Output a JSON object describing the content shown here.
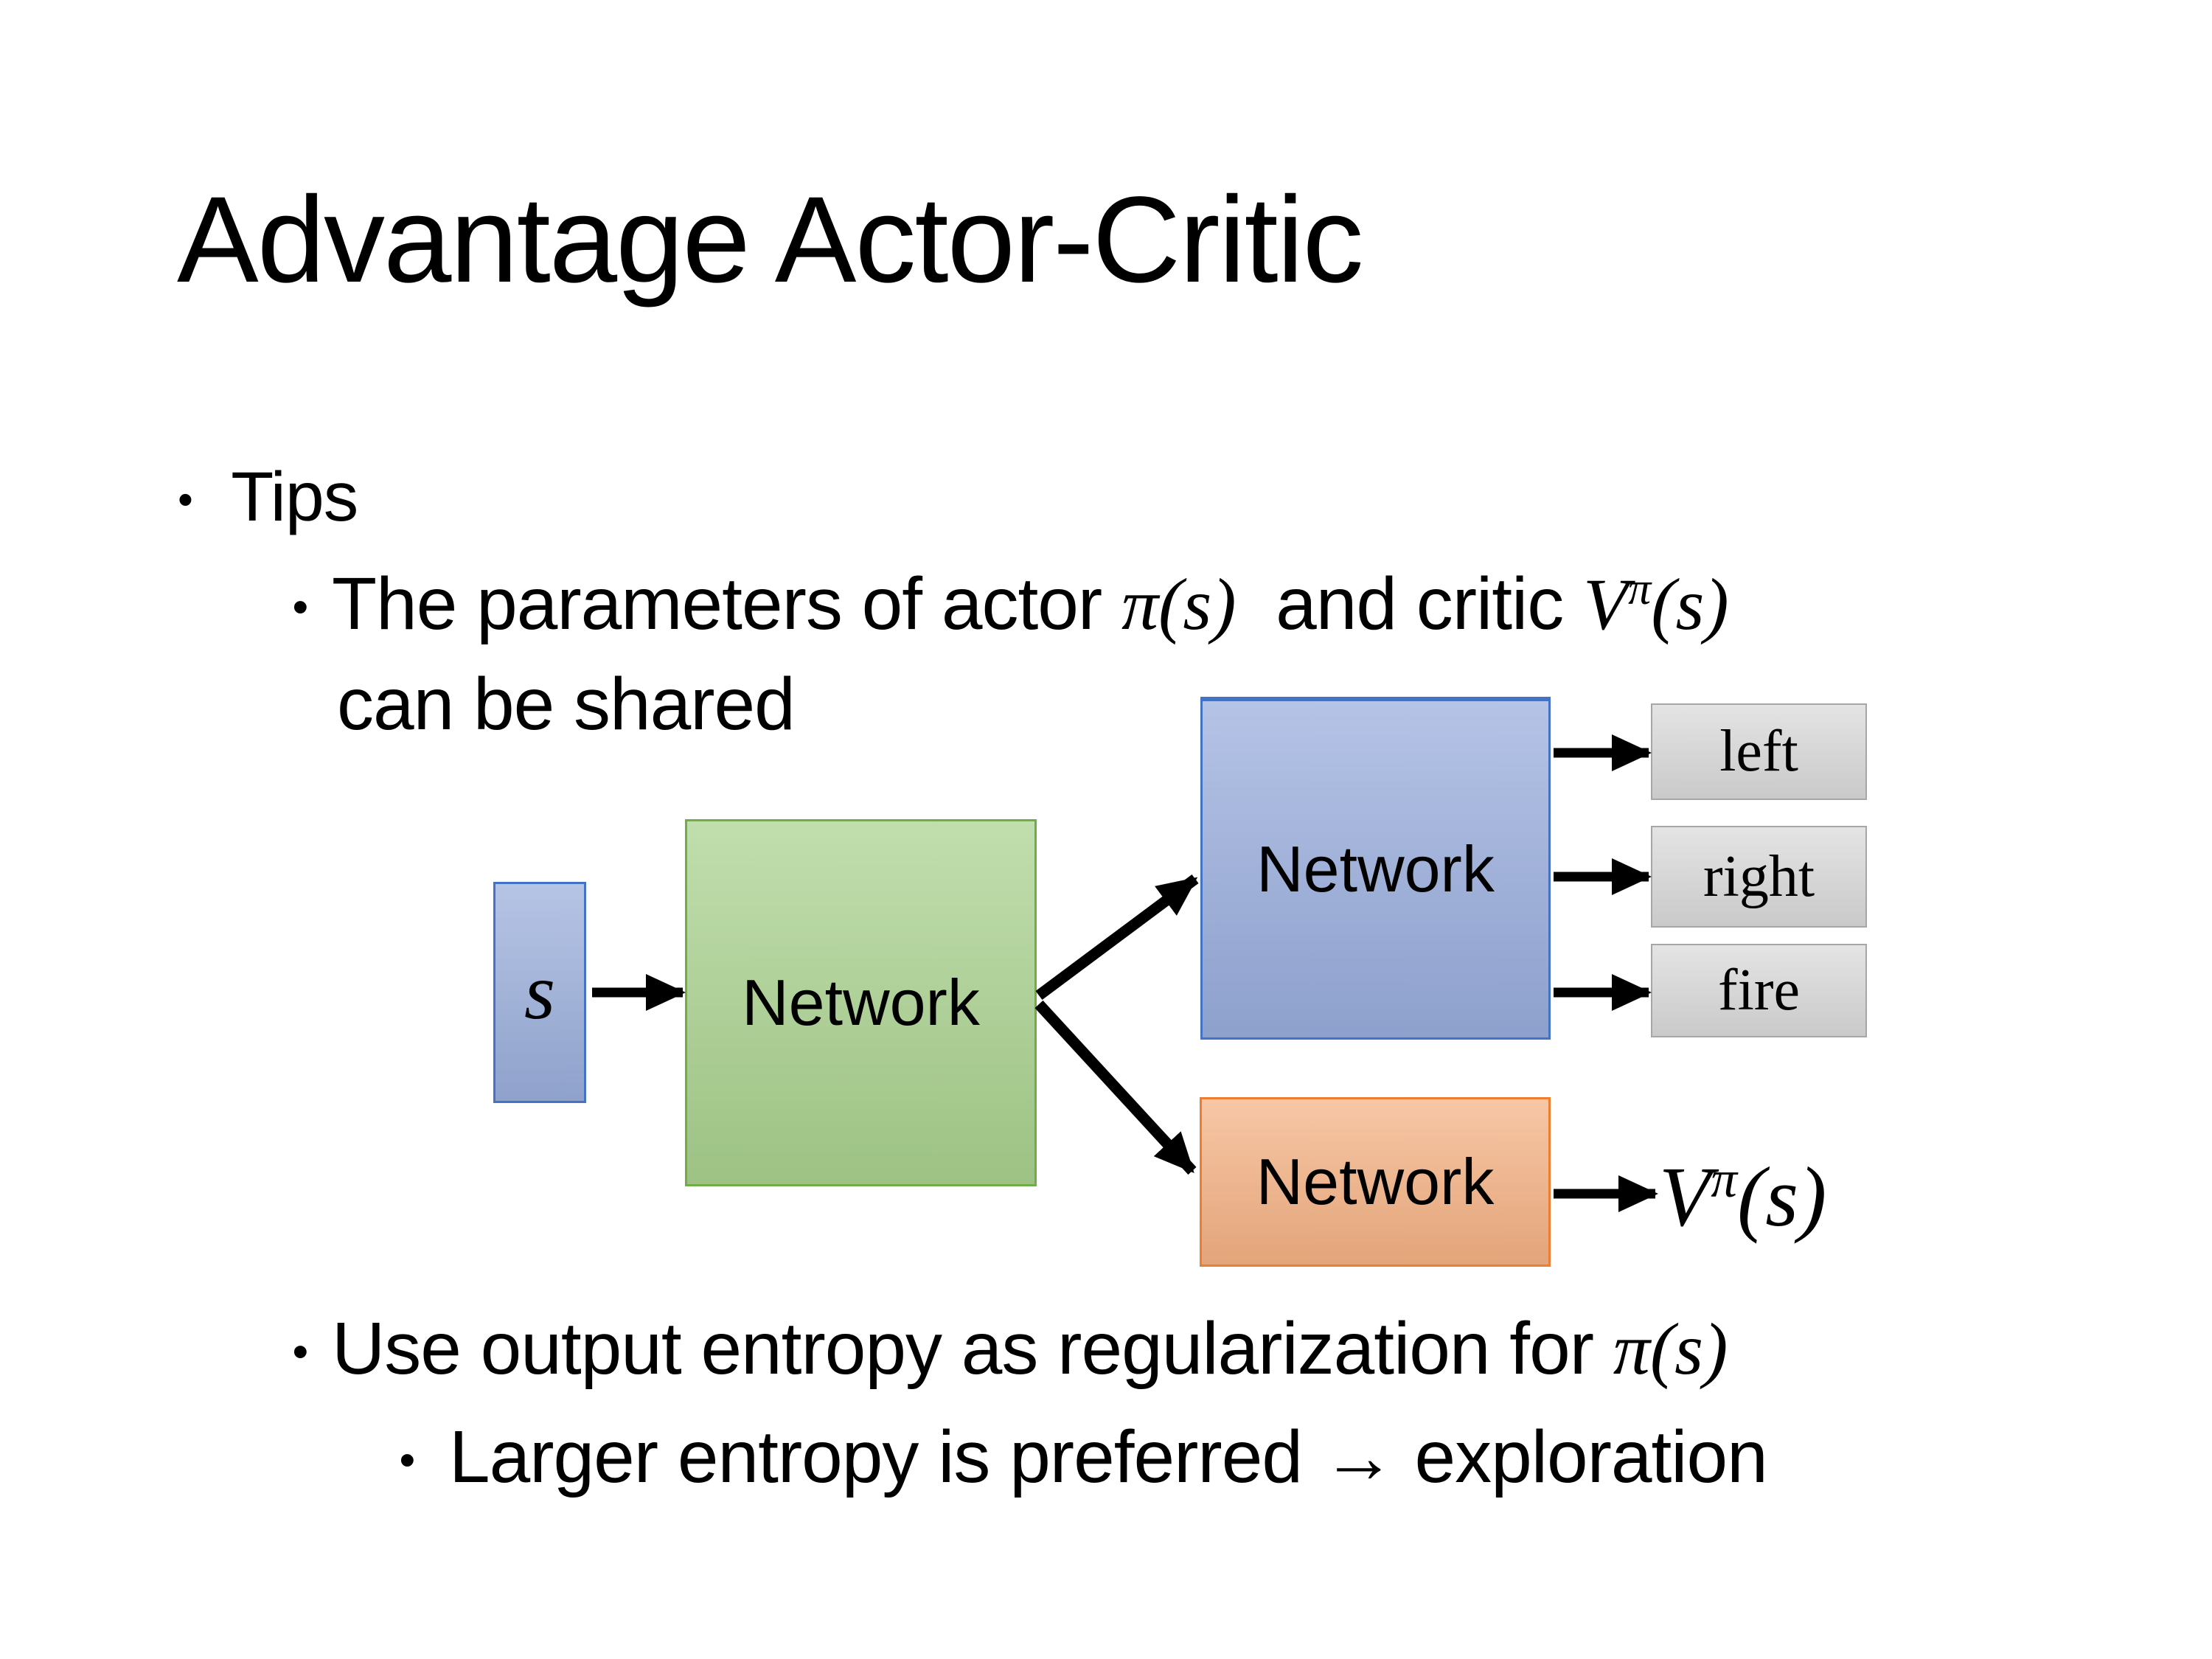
{
  "slide": {
    "title": "Advantage Actor-Critic",
    "bullet_char": "•",
    "bullets": {
      "tips": "Tips",
      "shared_line1": [
        {
          "t": "The parameters of actor "
        },
        {
          "t": "π(s)",
          "m": 1
        },
        {
          "t": "  and critic "
        },
        {
          "t": "V",
          "m": 1
        },
        {
          "t": "π",
          "m": 1,
          "sup": 1
        },
        {
          "t": "(s)",
          "m": 1
        }
      ],
      "shared_line2": "can be shared",
      "entropy_line": [
        {
          "t": "Use output entropy as regularization for "
        },
        {
          "t": "π(s)",
          "m": 1
        }
      ],
      "exploration_line": "Larger entropy is preferred → exploration"
    }
  },
  "diagram": {
    "state_label": "s",
    "shared_network_label": "Network",
    "actor_network_label": "Network",
    "critic_network_label": "Network",
    "action_outputs": [
      "left",
      "right",
      "fire"
    ],
    "critic_output": [
      {
        "t": "V",
        "m": 1
      },
      {
        "t": "π",
        "m": 1,
        "sup": 1
      },
      {
        "t": "(s)",
        "m": 1
      }
    ]
  },
  "colors": {
    "state_box_fill": "#9AAEDB",
    "state_box_border": "#4472C4",
    "shared_box_fill": "#A9D18E",
    "shared_box_border": "#70AD47",
    "actor_box_fill": "#98ACDC",
    "actor_box_border": "#4472C4",
    "critic_box_fill": "#F4B183",
    "critic_box_border": "#ED7D31",
    "action_box_fill": "#D9D9D9",
    "action_box_border": "#A6A6A6",
    "arrow": "#000000"
  }
}
